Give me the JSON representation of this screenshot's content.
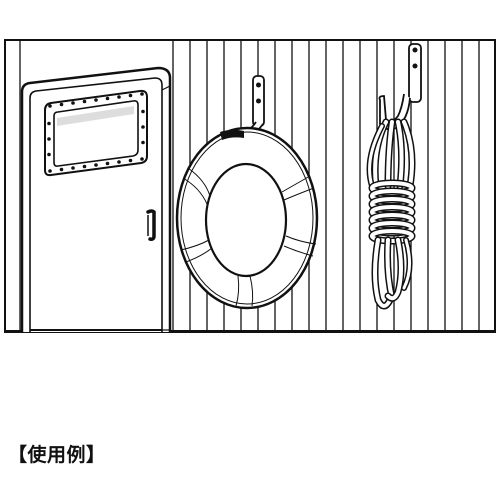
{
  "caption": {
    "text": "【使用例】"
  },
  "colors": {
    "stroke": "#111111",
    "panel_fill": "#ffffff",
    "shadow_gray": "#9a9a9a"
  },
  "scene": {
    "objects": [
      "wall-panel-lines",
      "cabin-door",
      "door-porthole-window",
      "door-handle",
      "wall-hook-left",
      "wall-hook-right",
      "life-ring",
      "coiled-rope"
    ]
  }
}
